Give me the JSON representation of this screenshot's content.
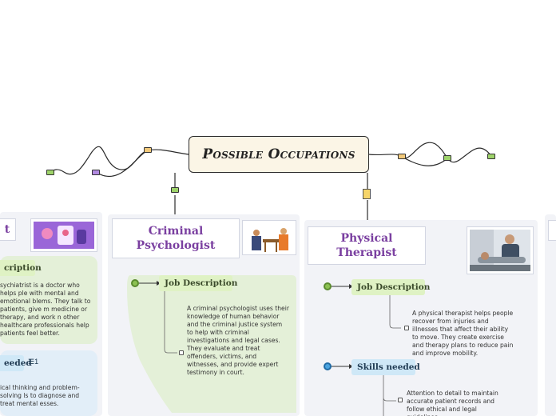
{
  "central_topic": "Possible Occupations",
  "left_partial": {
    "title": "t",
    "job_tag": "cription",
    "job_text": "sychiatrist is a doctor who helps ple with mental and emotional blems. They talk to patients, give m medicine or therapy, and work n other healthcare professionals help patients feel better.",
    "skills_tag": "eeded",
    "skills_count": "1",
    "skills_text": "ical thinking and problem-solving ls to diagnose and treat mental esses."
  },
  "criminal": {
    "title": "Criminal Psychologist",
    "job_tag": "Job Description",
    "job_text": "A criminal psychologist uses their knowledge of human behavior and the criminal justice system to help with criminal investigations and legal cases. They evaluate and treat offenders, victims, and witnesses, and provide expert testimony in court."
  },
  "physical": {
    "title": "Physical Therapist",
    "job_tag": "Job Description",
    "job_text": "A physical therapist helps people recover from injuries and illnesses that affect their ability to move. They create exercise and therapy plans to reduce pain and improve mobility.",
    "skills_tag": "Skills needed",
    "skills_text": "Attention to detail to maintain accurate patient records and follow ethical and legal guidelines."
  },
  "colors": {
    "title_purple": "#7a3fa0",
    "green_tag": "#dff2c4",
    "blue_tag": "#cfe8f7",
    "column_bg": "#f2f3f7"
  }
}
